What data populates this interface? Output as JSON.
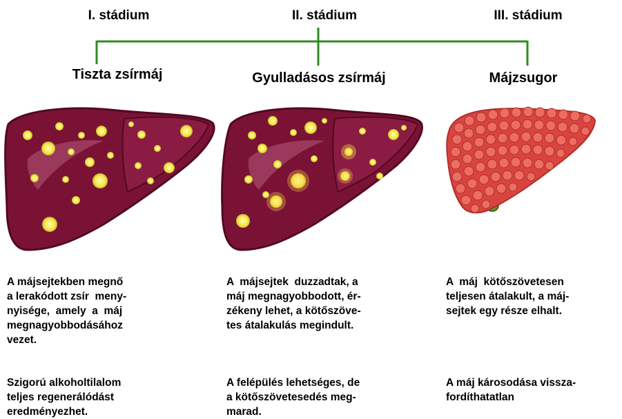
{
  "colors": {
    "connector": "#2e8b1e",
    "liver": "#7a1236",
    "liver_dark": "#52091f",
    "liver_highlight": "#b45a7a",
    "fat": "#f2e84a",
    "cirrhosis": "#e0504a",
    "gallbladder": "#5f9a2a"
  },
  "stages": [
    {
      "label": "I. stádium",
      "title": "Tiszta zsírmáj",
      "description": "A májsejtekben megnő\na lerakódott zsír  meny-\nnyisége,  amely  a  máj\nmegnagyobbodásához\nvezet.",
      "outcome": "Szigorú alkoholtilalom\nteljes regenerálódást\neredményezhet."
    },
    {
      "label": "II. stádium",
      "title": "Gyulladásos zsírmáj",
      "description": "A  májsejtek  duzzadtak, a\nmáj megnagyobbodott, ér-\nzékeny lehet, a kötőszöve-\ntes átalakulás megindult.",
      "outcome": "A felépülés lehetséges, de\na kötőszövetesedés meg-\nmarad."
    },
    {
      "label": "III. stádium",
      "title": "Májzsugor",
      "description": "A  máj  kötőszövetesen\nteljesen átalakult, a máj-\nsejtek egy része elhalt.",
      "outcome": "A máj károsodása vissza-\nfordíthatatlan"
    }
  ]
}
